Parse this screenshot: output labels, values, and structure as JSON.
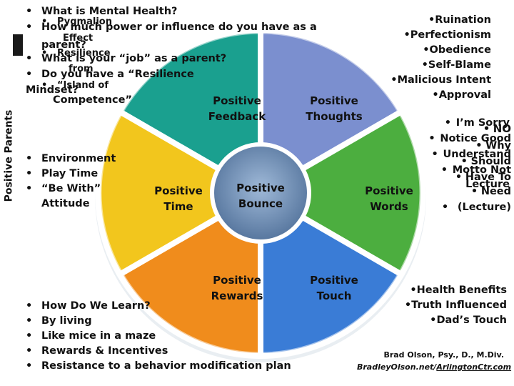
{
  "side_title": "Positive Parents",
  "segments": {
    "feedback": [
      "Positive",
      "Feedback"
    ],
    "thoughts": [
      "Positive",
      "Thoughts"
    ],
    "time": [
      "Positive",
      "Time"
    ],
    "bounce": [
      "Positive",
      "Bounce"
    ],
    "words": [
      "Positive",
      "Words"
    ],
    "rewards": [
      "Positive",
      "Rewards"
    ],
    "touch": [
      "Positive",
      "Touch"
    ]
  },
  "top_left": {
    "q1": "What is Mental Health?",
    "q2a": "Pygmalion",
    "q2b": "How much power or influence do you have as a",
    "q2c": "Effect",
    "q2d": "parent?",
    "q3a": "Resilience",
    "q3b": "What is your “job” as a parent?",
    "q3c": "from",
    "q4": "Do you have a “Resilience",
    "q5a": "“Island of",
    "q5b": "Mindset?",
    "q5c": "Competence”"
  },
  "top_right": [
    "Ruination",
    "Perfectionism",
    "Obedience",
    "Self-Blame",
    "Malicious Intent",
    "Approval"
  ],
  "mid_left": [
    "Environment",
    "Play Time",
    "“Be With”",
    "Attitude"
  ],
  "mid_right": {
    "l1": "I’m Sorry",
    "l1b": "NO",
    "l2": "Notice Good",
    "l2b": "Why",
    "l3": "Understand",
    "l3b": "Should",
    "l4": "Motto Not",
    "l4b": "Have To",
    "l5": "Lecture",
    "l5b": "Need",
    "l6": "(Lecture)"
  },
  "bottom_left": [
    "How Do We Learn?",
    "By living",
    "Like mice in a maze",
    "Rewards & Incentives",
    "Resistance to a behavior modification plan"
  ],
  "bottom_right": [
    "Health Benefits",
    "Truth Influenced",
    "Dad’s Touch"
  ],
  "credit": {
    "name": "Brad Olson, Psy., D., M.Div.",
    "site": "BradleyOlson.net/",
    "link": "ArlingtonCtr.com"
  },
  "colors": {
    "teal": "#1aa08f",
    "slate_blue": "#7b8fcf",
    "green": "#4cae3f",
    "orange": "#f08c1c",
    "gold": "#f2c61d",
    "blue": "#3a7cd6",
    "center": "#5d7fa8"
  }
}
